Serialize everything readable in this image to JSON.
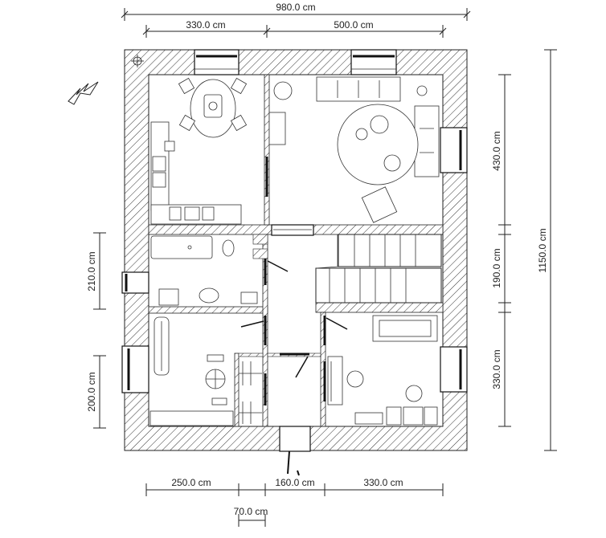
{
  "dimensions": {
    "top_total": "980.0 cm",
    "top_left": "330.0 cm",
    "top_right": "500.0 cm",
    "right_total": "1150.0 cm",
    "right_upper": "430.0 cm",
    "right_middle": "190.0 cm",
    "right_lower": "330.0 cm",
    "left_upper": "210.0 cm",
    "left_lower": "200.0 cm",
    "bottom_left": "250.0 cm",
    "bottom_middle": "160.0 cm",
    "bottom_right": "330.0 cm",
    "bottom_extra": "70.0 cm"
  },
  "colors": {
    "line": "#222222",
    "hatch": "#333333",
    "background": "#ffffff"
  },
  "icons": [
    "compass-icon",
    "north-arrow-icon"
  ]
}
